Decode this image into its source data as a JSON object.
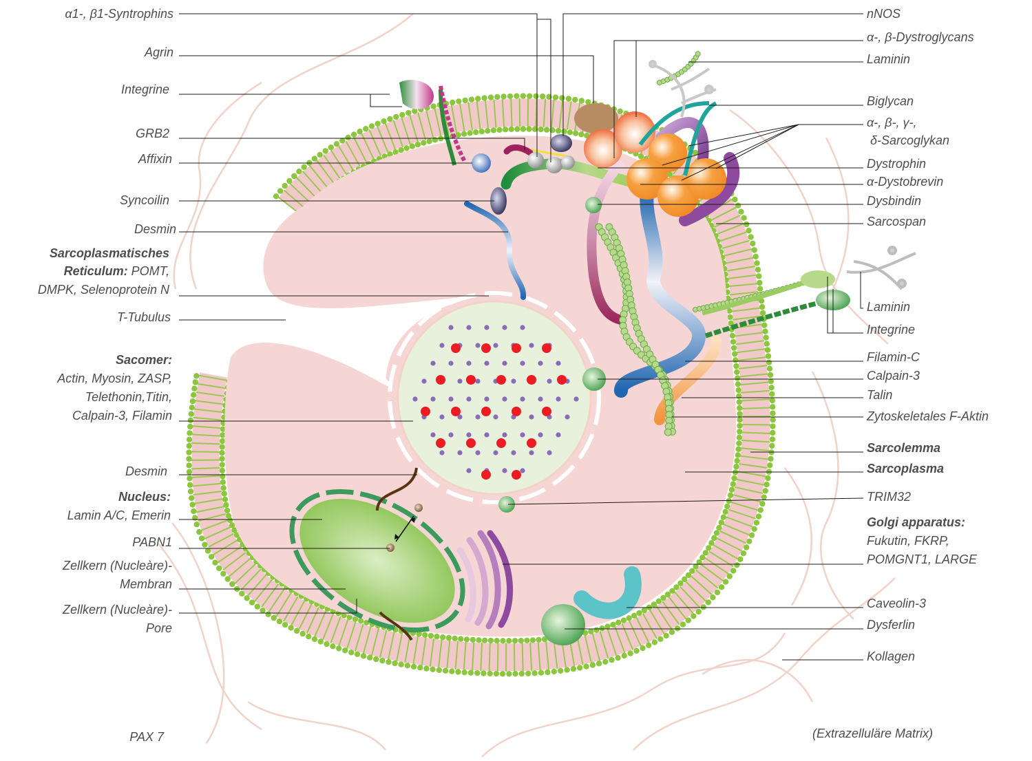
{
  "labels": {
    "syntrophins": "α1-, β1-Syntrophins",
    "agrin": "Agrin",
    "integrine_top": "Integrine",
    "grb2": "GRB2",
    "affixin": "Affixin",
    "syncoilin": "Syncoilin",
    "desmin_top": "Desmin",
    "sr_1": "Sarcoplasmatisches",
    "sr_2a": "Reticulum:",
    "sr_2b": " POMT,",
    "sr_3": "DMPK, Selenoprotein N",
    "t_tubulus": "T-Tubulus",
    "sacomer_1": "Sacomer:",
    "sacomer_2": "Actin, Myosin, ZASP,",
    "sacomer_3": "Telethonin,Titin,",
    "sacomer_4": "Calpain-3, Filamin",
    "desmin_bottom": "Desmin",
    "nucleus_1": "Nucleus:",
    "nucleus_2": "Lamin A/C, Emerin",
    "pabn1": "PABN1",
    "membran_1": "Zellkern (Nucleàre)-",
    "membran_2": "Membran",
    "pore_1": "Zellkern (Nucleàre)-",
    "pore_2": "Pore",
    "pax7": "PAX 7",
    "nnos": "nNOS",
    "dystroglycans": "α-, β-Dystroglycans",
    "laminin_top": "Laminin",
    "biglycan": "Biglycan",
    "sarcoglykan_1": "α-, β-, γ-,",
    "sarcoglykan_2": "δ-Sarcoglykan",
    "dystrophin": "Dystrophin",
    "dystobrevin": "α-Dystobrevin",
    "dysbindin": "Dysbindin",
    "sarcospan": "Sarcospan",
    "laminin_right": "Laminin",
    "integrine_right": "Integrine",
    "filamin_c": "Filamin-C",
    "calpain3": "Calpain-3",
    "talin": "Talin",
    "f_aktin": "Zytoskeletales F-Aktin",
    "sarcolemma": "Sarcolemma",
    "sarcoplasma": "Sarcoplasma",
    "trim32": "TRIM32",
    "golgi_1": "Golgi apparatus:",
    "golgi_2": "Fukutin, FKRP,",
    "golgi_3": "POMGNT1, LARGE",
    "caveolin3": "Caveolin-3",
    "dysferlin": "Dysferlin",
    "kollagen": "Kollagen",
    "ecm": "(Extrazelluläre Matrix)"
  },
  "colors": {
    "membrane": "#8cc63f",
    "cytoplasm": "#f6d5d5",
    "nucleus": "#9bcb63",
    "sarcomere_bg": "#e8f1dc",
    "actin_dot": "#ed1c24",
    "myosin_dot": "#8a6bb8",
    "fiber": "#f0d2c8",
    "filamin": "#1f66b0",
    "sarcoglycan": "#f7a040",
    "sarcospan": "#8e4a9e",
    "biglycan": "#1fa59b",
    "dysferlin": "#2e8b3a",
    "caveolin": "#5cc3c8",
    "leader": "#1a1a1a",
    "label_text": "#4d4d4d"
  }
}
